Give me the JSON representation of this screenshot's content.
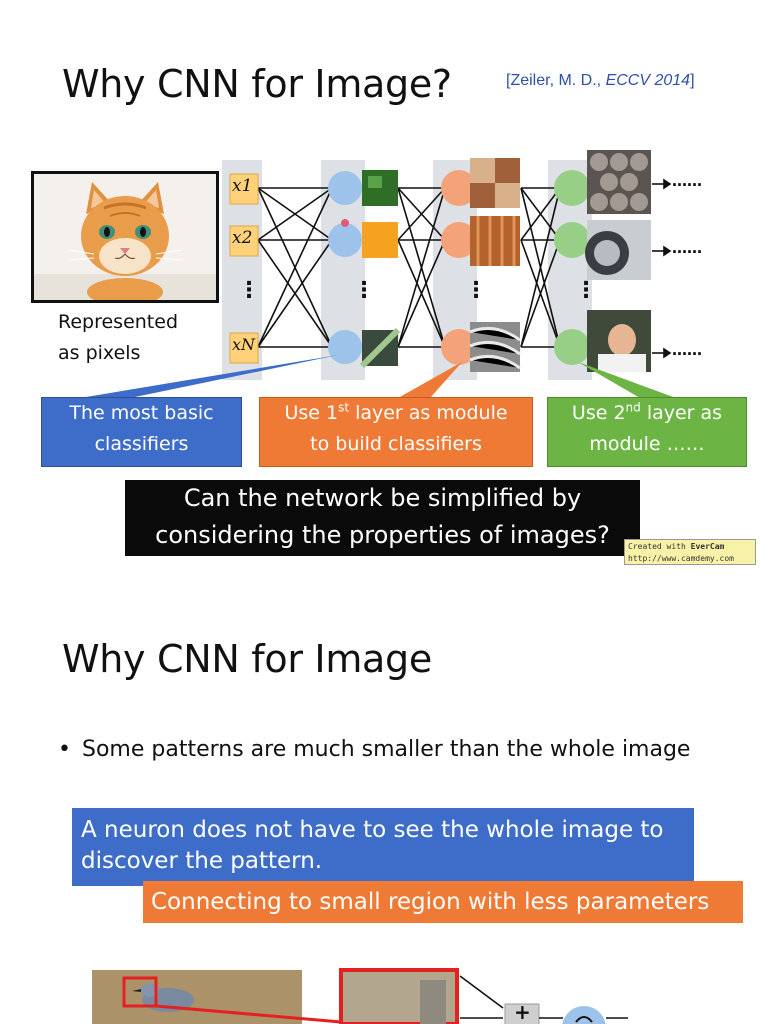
{
  "slide1": {
    "title": "Why CNN for Image?",
    "citation_prefix": "[Zeiler, M. D., ",
    "citation_venue": "ECCV 2014",
    "citation_suffix": "]",
    "represented_line1": "Represented",
    "represented_line2": "as pixels",
    "inputs": [
      "x1",
      "x2",
      "xN"
    ],
    "input_dots": "⋮",
    "outputs": [
      "……",
      "……",
      "……"
    ],
    "callout_blue": {
      "line1": "The most basic",
      "line2": "classifiers"
    },
    "callout_orange": {
      "line1_a": "Use 1",
      "line1_sup": "st",
      "line1_b": " layer as module",
      "line2": "to build classifiers"
    },
    "callout_green": {
      "line1_a": "Use 2",
      "line1_sup": "nd",
      "line1_b": " layer as",
      "line2": "module ……"
    },
    "question": {
      "line1": "Can the network be simplified by",
      "line2": "considering the properties of images?"
    },
    "watermark": {
      "line1_a": "Created with ",
      "line1_b": "EverCam",
      "line2": "http://www.camdemy.com"
    }
  },
  "slide2": {
    "title": "Why CNN for Image",
    "bullet_symbol": "•",
    "bullet_text": "Some patterns are much smaller than the whole image",
    "blue_box_text": "A neuron does not have to see the whole image to discover the pattern.",
    "orange_box_text": "Connecting to small region with less parameters",
    "plus_symbol": "+"
  },
  "colors": {
    "blue_box": "#3d6cc9",
    "orange_box": "#ef7a35",
    "green_box": "#6cb545",
    "neuron_blue": "#9dc3ea",
    "neuron_orange": "#f4a27a",
    "neuron_green": "#97cf86",
    "input_box": "#ffd27a",
    "citation": "#2f4fa8",
    "highlight_red": "#e52020"
  }
}
